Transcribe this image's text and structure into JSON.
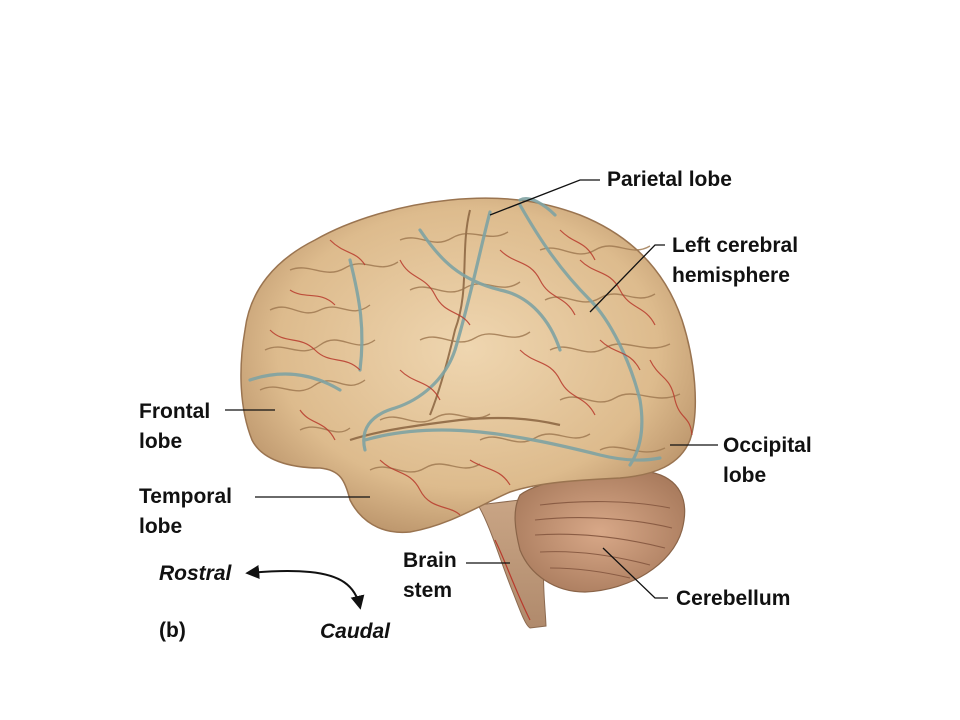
{
  "labels": {
    "parietal": "Parietal lobe",
    "left_cerebral_1": "Left cerebral",
    "left_cerebral_2": "hemisphere",
    "frontal_1": "Frontal",
    "frontal_2": "lobe",
    "occipital_1": "Occipital",
    "occipital_2": "lobe",
    "temporal_1": "Temporal",
    "temporal_2": "lobe",
    "brainstem_1": "Brain",
    "brainstem_2": "stem",
    "cerebellum": "Cerebellum"
  },
  "orientation": {
    "rostral": "Rostral",
    "caudal": "Caudal"
  },
  "panel_letter": "(b)",
  "colors": {
    "brain_tissue": "#e3c49a",
    "blood_vessel": "#b83a2c",
    "pia_vein": "#7fa3a3",
    "label_text": "#111111"
  },
  "icons": [
    "rostral-caudal-arrow-icon"
  ]
}
